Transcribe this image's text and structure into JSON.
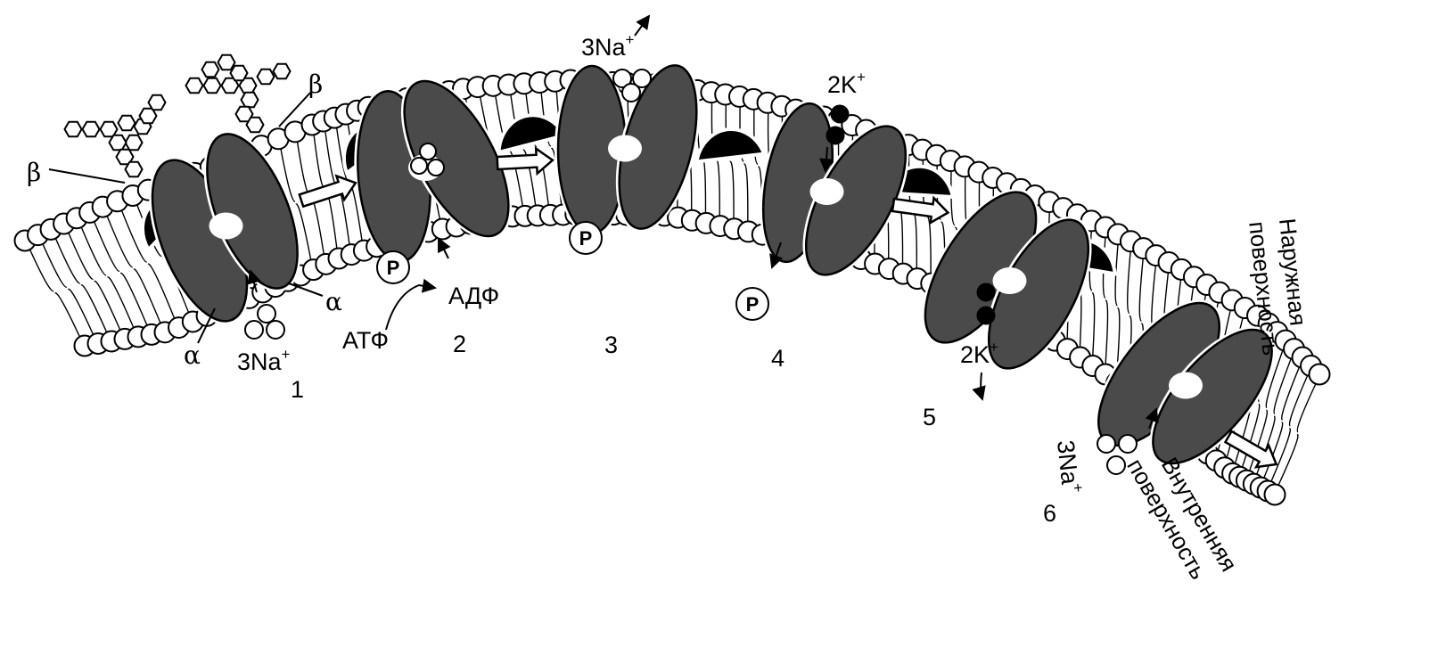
{
  "labels": {
    "beta_left": "β",
    "beta_top": "β",
    "alpha_left": "α",
    "alpha_right": "α",
    "na_in_1": "3Na",
    "na_plus_1": "+",
    "atp": "АТФ",
    "adp": "АДФ",
    "na_out": "3Na",
    "na_plus_out": "+",
    "k_out": "2K",
    "k_plus_out": "+",
    "k_in": "2K",
    "k_plus_in": "+",
    "na_in_6": "3Na",
    "na_plus_6": "+",
    "phosphate": "P",
    "outer_line1": "Наружная",
    "outer_line2": "поверхность",
    "inner_line1": "Внутренняя",
    "inner_line2": "поверхность"
  },
  "stages": [
    "1",
    "2",
    "3",
    "4",
    "5",
    "6"
  ]
}
